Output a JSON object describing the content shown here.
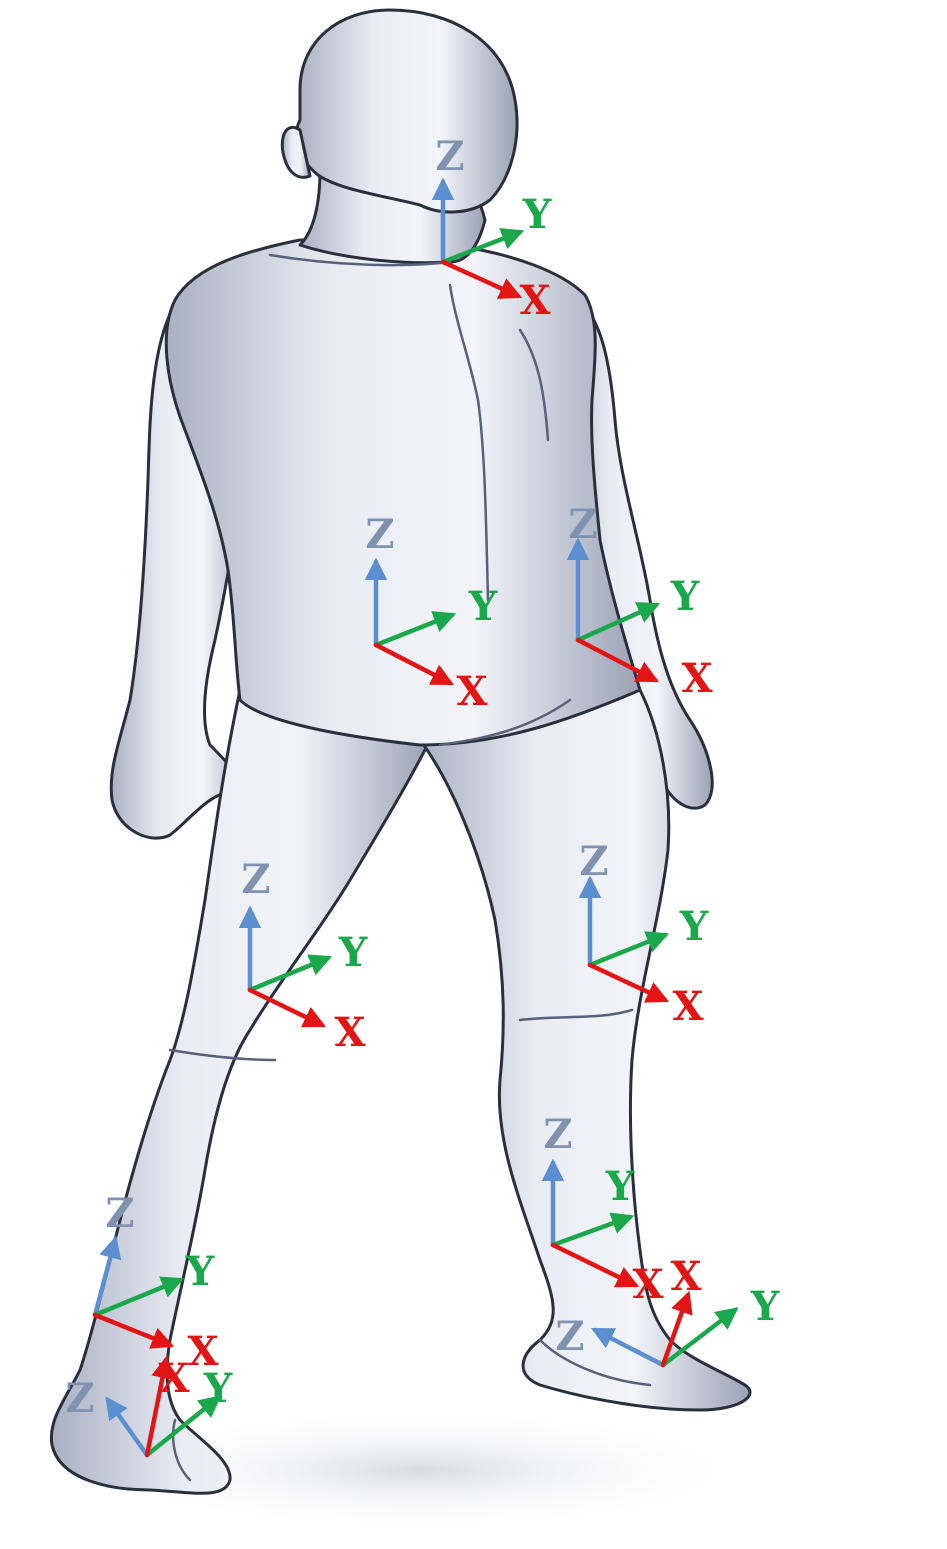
{
  "colors": {
    "x_axis": "#e31414",
    "y_axis": "#1aa84a",
    "z_axis": "#5b8fd0",
    "z_label": "#7f92b0",
    "body_light": "#eef0f6",
    "body_mid": "#c9cfdd",
    "body_dark": "#8a93a8",
    "outline": "#2a2f3c"
  },
  "frames": [
    {
      "id": "neck",
      "label_x": "X",
      "label_y": "Y",
      "label_z": "Z"
    },
    {
      "id": "pelvis",
      "label_x": "X",
      "label_y": "Y",
      "label_z": "Z"
    },
    {
      "id": "right-hip",
      "label_x": "X",
      "label_y": "Y",
      "label_z": "Z"
    },
    {
      "id": "left-thigh",
      "label_x": "X",
      "label_y": "Y",
      "label_z": "Z"
    },
    {
      "id": "right-thigh",
      "label_x": "X",
      "label_y": "Y",
      "label_z": "Z"
    },
    {
      "id": "right-shin",
      "label_x": "X",
      "label_y": "Y",
      "label_z": "Z"
    },
    {
      "id": "left-shin",
      "label_x": "X",
      "label_y": "Y",
      "label_z": "Z"
    },
    {
      "id": "left-foot",
      "label_x": "X",
      "label_y": "Y",
      "label_z": "Z"
    },
    {
      "id": "right-foot",
      "label_x": "X",
      "label_y": "Y",
      "label_z": "Z"
    }
  ]
}
